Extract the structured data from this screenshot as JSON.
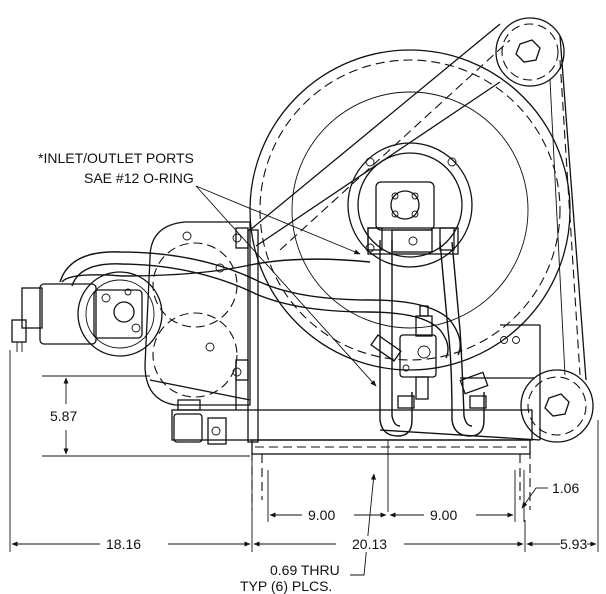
{
  "callouts": {
    "ports_line1": "*INLET/OUTLET PORTS",
    "ports_line2": "SAE #12 O-RING",
    "holes_line1": "0.69 THRU",
    "holes_line2": "TYP (6) PLCS."
  },
  "dimensions": {
    "height_left": "5.87",
    "span_left": "9.00",
    "span_right": "9.00",
    "offset_right": "1.06",
    "overall_left": "18.16",
    "overall_mid": "20.13",
    "overall_right": "5.93"
  }
}
